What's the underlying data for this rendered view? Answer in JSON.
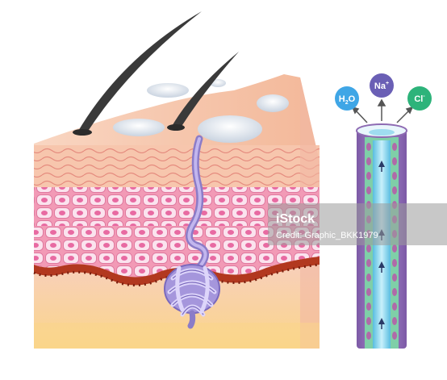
{
  "ions": [
    {
      "label": "H",
      "sub": "2",
      "tail": "O",
      "color": "#3fa6e6"
    },
    {
      "label": "Na",
      "sup": "+",
      "color": "#6a5fb5"
    },
    {
      "label": "Cl",
      "sup": "-",
      "color": "#2db37a"
    }
  ],
  "watermark": {
    "brand": "iStock",
    "credit": "Credit: Graphic_BKK1979"
  },
  "colors": {
    "epidermis_top": "#f6c9b0",
    "dermis": "#f4a6b8",
    "basal_layer": "#b2381f",
    "hypodermis": "#fad58a",
    "gland": "#9e8fd6",
    "duct_outer": "#8e6bb3",
    "duct_inner": "#5fc4e6"
  }
}
